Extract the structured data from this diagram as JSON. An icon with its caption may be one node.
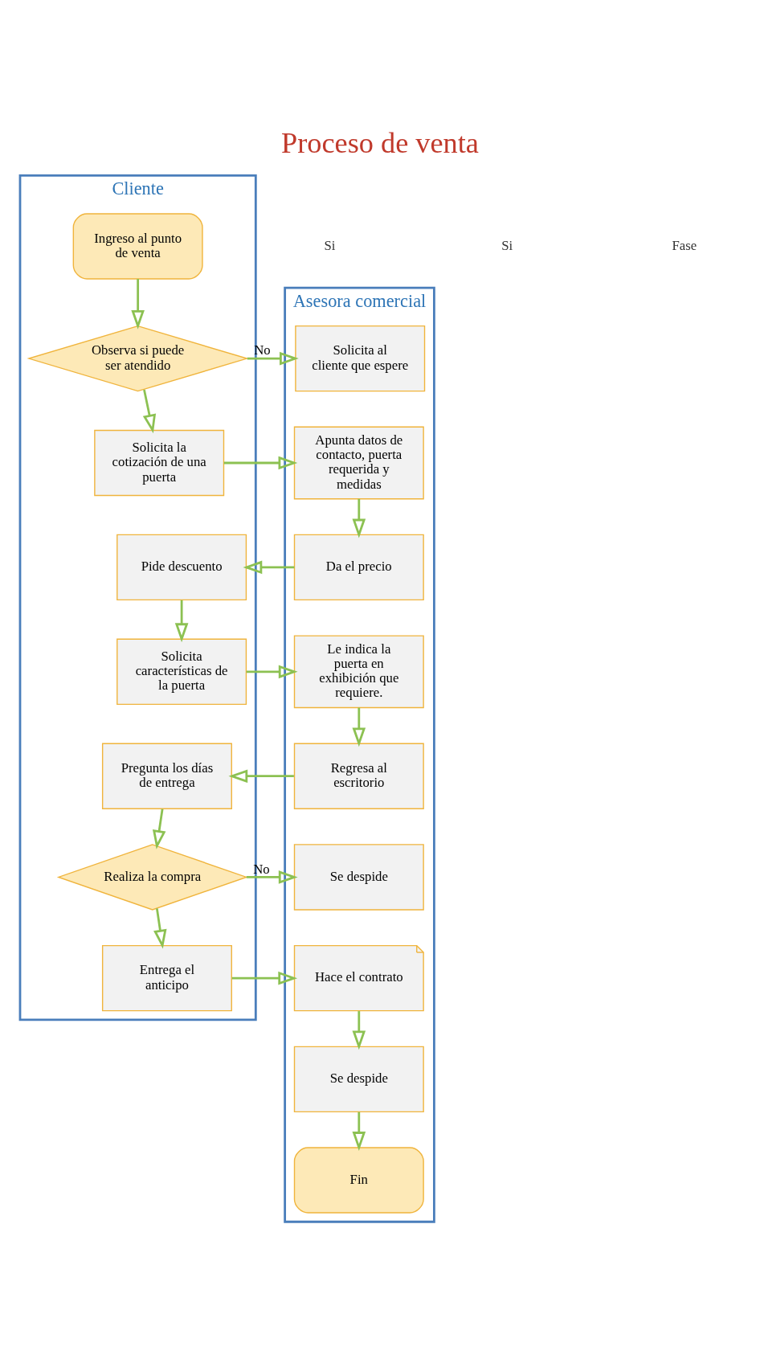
{
  "diagram": {
    "title": "Proceso de venta",
    "nodes": [
      {
        "text": [
          "Cliente"
        ]
      },
      {
        "text": [
          "Asesora comercial"
        ]
      },
      {
        "text": [
          "Ingreso al punto de venta"
        ],
        "in": 0
      },
      {
        "text": [
          "Observa si puede ser atendido"
        ],
        "in": 0
      },
      {
        "text": [
          "Solicita al cliente que espere"
        ],
        "in": 1
      },
      {
        "text": [
          "Solicita la cotización de una puerta"
        ],
        "in": 0
      },
      {
        "text": [
          "Apunta datos de contacto, puerta requerida y medidas"
        ],
        "in": 1
      },
      {
        "text": [
          "Pide descuento"
        ],
        "in": 0
      },
      {
        "text": [
          "Da el precio"
        ],
        "in": 1
      },
      {
        "text": [
          "Solicita características de la puerta"
        ],
        "in": 0
      },
      {
        "text": [
          "Le indica la puerta en exhibición que requiere."
        ],
        "in": 1
      },
      {
        "text": [
          "Pregunta los días de entrega"
        ],
        "in": 0
      },
      {
        "text": [
          "Regresa al escritorio"
        ],
        "in": 1
      },
      {
        "text": [
          "Realiza la compra"
        ],
        "in": 0
      },
      {
        "text": [
          "Se despide"
        ],
        "in": 1
      },
      {
        "text": [
          "Entrega el anticipo"
        ],
        "in": 0
      },
      {
        "text": [
          "Hace el contrato"
        ],
        "in": 1
      },
      {
        "text": [
          "Se despide"
        ],
        "in": 1
      },
      {
        "text": [
          "Fin"
        ],
        "in": 1
      }
    ],
    "edges": [
      {
        "from": 2,
        "to": 3,
        "arrow": "to"
      },
      {
        "from": 3,
        "to": 4,
        "arrow": "to",
        "label": "No"
      },
      {
        "from": 3,
        "to": 5,
        "arrow": "to"
      },
      {
        "from": 5,
        "to": 6,
        "arrow": "to"
      },
      {
        "from": 6,
        "to": 8,
        "arrow": "to"
      },
      {
        "from": 8,
        "to": 7,
        "arrow": "to"
      },
      {
        "from": 7,
        "to": 9,
        "arrow": "to"
      },
      {
        "from": 9,
        "to": 10,
        "arrow": "to"
      },
      {
        "from": 10,
        "to": 12,
        "arrow": "to"
      },
      {
        "from": 12,
        "to": 11,
        "arrow": "to"
      },
      {
        "from": 11,
        "to": 13,
        "arrow": "to"
      },
      {
        "from": 13,
        "to": 14,
        "arrow": "to",
        "label": "No"
      },
      {
        "from": 13,
        "to": 15,
        "arrow": "to"
      },
      {
        "from": 15,
        "to": 16,
        "arrow": "to"
      },
      {
        "from": 16,
        "to": 17,
        "arrow": "to"
      },
      {
        "from": 17,
        "to": 18,
        "arrow": "to"
      }
    ],
    "labels": [
      "Si",
      "Si",
      "Fase"
    ]
  }
}
